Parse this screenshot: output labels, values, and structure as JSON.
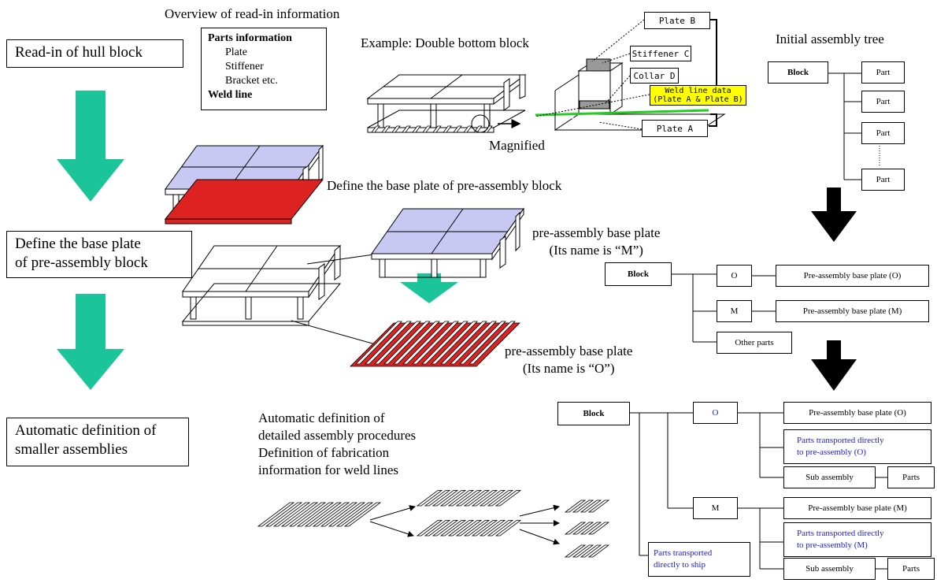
{
  "steps": {
    "readin": "Read-in of hull block",
    "define_l1": "Define the base plate",
    "define_l2": "of  pre-assembly block",
    "auto_l1": "Automatic definition of",
    "auto_l2": "smaller assemblies"
  },
  "overview": {
    "title": "Overview of read-in information",
    "parts_info": "Parts information",
    "items": [
      "Plate",
      "Stiffener",
      "Bracket etc."
    ],
    "weld_line": "Weld line"
  },
  "example": {
    "title": "Example: Double bottom block",
    "magnified": "Magnified",
    "labels": {
      "plate_b": "Plate B",
      "stiffener_c": "Stiffener C",
      "collar_d": "Collar D",
      "weld_l1": "Weld line data",
      "weld_l2": "(Plate A & Plate B)",
      "plate_a": "Plate A"
    }
  },
  "define_caption": "Define the base plate of pre-assembly block",
  "base_m": {
    "l1": "pre-assembly base plate",
    "l2": "(Its name is “M”)"
  },
  "base_o": {
    "l1": "pre-assembly base plate",
    "l2": "(Its name is “O”)"
  },
  "auto_text": [
    "Automatic definition of",
    "detailed assembly procedures",
    "Definition of fabrication",
    "information for weld lines"
  ],
  "tree1": {
    "title": "Initial assembly tree",
    "block": "Block",
    "parts": [
      "Part",
      "Part",
      "Part",
      "Part"
    ]
  },
  "tree2": {
    "block": "Block",
    "o": "O",
    "m": "M",
    "base_o": "Pre-assembly base plate (O)",
    "base_m": "Pre-assembly base plate (M)",
    "other": "Other parts"
  },
  "tree3": {
    "block": "Block",
    "o": "O",
    "m": "M",
    "base_o": "Pre-assembly base plate (O)",
    "direct_o_l1": "Parts transported directly",
    "direct_o_l2": "to pre-assembly (O)",
    "sub_o": "Sub assembly",
    "parts_o": "Parts",
    "base_m": "Pre-assembly base plate (M)",
    "direct_m_l1": "Parts transported directly",
    "direct_m_l2": "to pre-assembly (M)",
    "sub_m": "Sub assembly",
    "parts_m": "Parts",
    "ship_l1": "Parts transported",
    "ship_l2": "directly to ship"
  },
  "colors": {
    "flow_arrow": "#1cc49a",
    "plate_blue": "#c8c8f2",
    "plate_red": "#dd2222",
    "weld_highlight": "#ffff00",
    "weld_line": "#22cc22",
    "tree_blue_text": "#1a1adc"
  }
}
